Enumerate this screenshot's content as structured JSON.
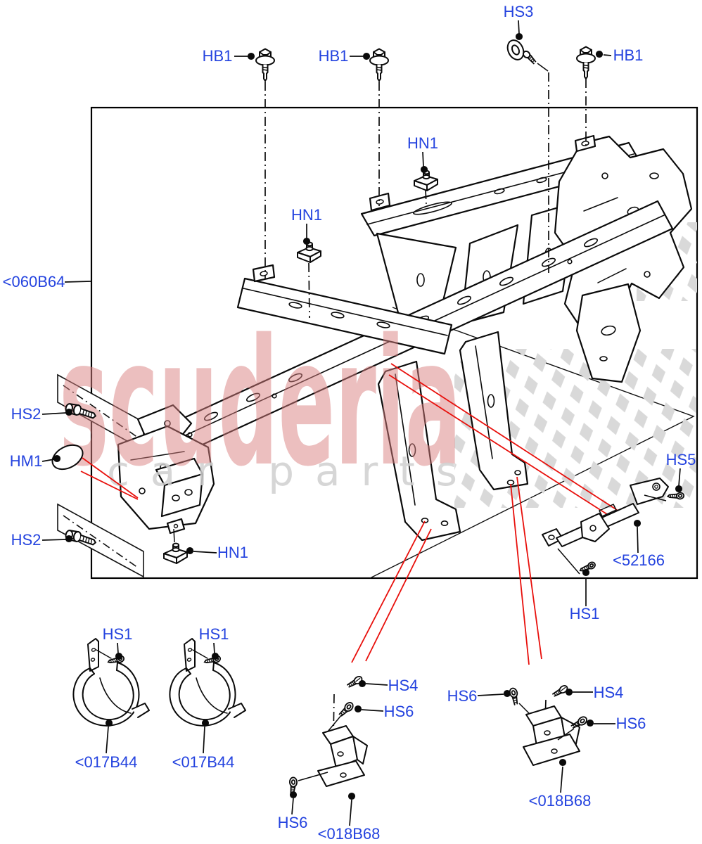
{
  "watermark": {
    "title": "scuderia",
    "subtitle": "car parts"
  },
  "colors": {
    "callout_blue": "#2443df",
    "line_black": "#000000",
    "pointer_red": "#e8100c",
    "watermark_pink": "#d97f7f",
    "watermark_gray": "#cfcfcf",
    "checker_gray": "#d9d9d9"
  },
  "parts": {
    "hb1": {
      "code": "HB1"
    },
    "hs1": {
      "code": "HS1"
    },
    "hs2": {
      "code": "HS2"
    },
    "hs3": {
      "code": "HS3"
    },
    "hs4": {
      "code": "HS4"
    },
    "hs5": {
      "code": "HS5"
    },
    "hs6": {
      "code": "HS6"
    },
    "hm1": {
      "code": "HM1"
    },
    "hn1": {
      "code": "HN1"
    },
    "p060b64": {
      "code": "<060B64"
    },
    "p52166": {
      "code": "<52166"
    },
    "p017b44": {
      "code": "<017B44"
    },
    "p018b68": {
      "code": "<018B68"
    }
  },
  "callout_instances": [
    "hs3",
    "hb1",
    "hb1",
    "hb1",
    "hn1",
    "hn1",
    "p060b64",
    "hs2",
    "hm1",
    "hs2",
    "hn1",
    "hs5",
    "p52166",
    "hs1",
    "hs1",
    "hs1",
    "p017b44",
    "p017b44",
    "hs4",
    "hs6",
    "hs6",
    "p018b68",
    "hs6",
    "hs4",
    "hs6",
    "p018b68"
  ]
}
